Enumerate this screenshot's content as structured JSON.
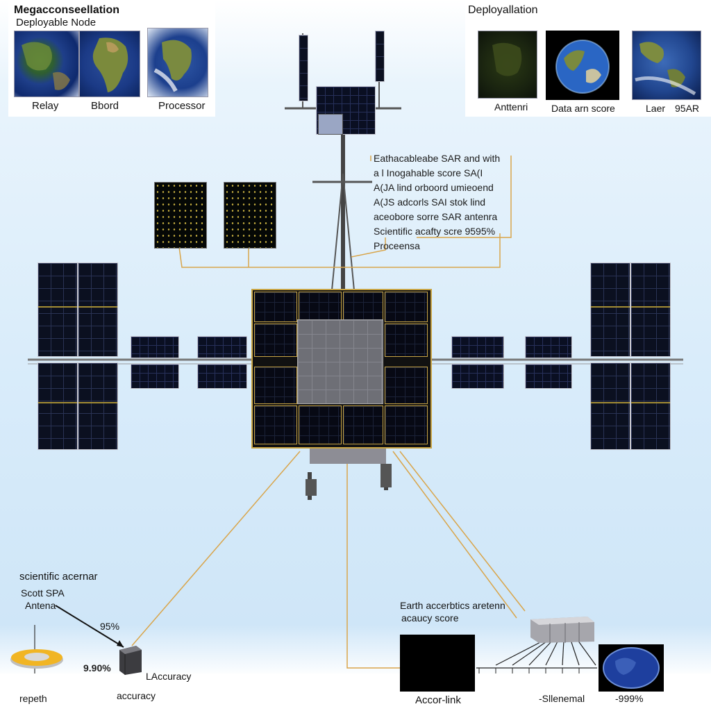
{
  "header_left": {
    "title": "Megacconseellation",
    "subtitle": "Deployable Node",
    "items": [
      {
        "label": "Relay"
      },
      {
        "label": "Bbord"
      },
      {
        "label": "Processor"
      }
    ]
  },
  "header_right": {
    "title": "Deployallation",
    "items": [
      {
        "label": "Anttenri"
      },
      {
        "label": "Data arn score"
      },
      {
        "label": "Laer"
      },
      {
        "label": "95AR"
      }
    ]
  },
  "callout": {
    "lines": [
      "Eathacableabe SAR and with",
      "a l  Inogahable score SA(I",
      "  A(JA  lind orboord umieoend",
      "A(JS  adcorls SAI stok lind",
      "aceobore sorre SAR antenra",
      "Scientific acafty scre 9595%",
      "Proceensa"
    ]
  },
  "bottom_left": {
    "heading": "scientific acernar",
    "label_line1": "Scott SPA",
    "label_line2": "Antena",
    "pct_a": "95%",
    "pct_b": "9.90%",
    "accuracy_a": "LAccuracy",
    "accuracy_b": "accuracy",
    "depth": "repeth"
  },
  "bottom_right": {
    "line1": "Earth accerbtics aretenn",
    "line2": "acaucy score",
    "box_label": "Accor-link",
    "mid_label": "-Sllenemal",
    "pct": "-999%"
  },
  "colors": {
    "panel_gold": "#c9a545",
    "leader": "#d9a54a",
    "space": "#070914"
  },
  "icons": [
    "earth-globe-icon",
    "satellite-icon",
    "antenna-ring-icon",
    "sensor-box-icon"
  ]
}
